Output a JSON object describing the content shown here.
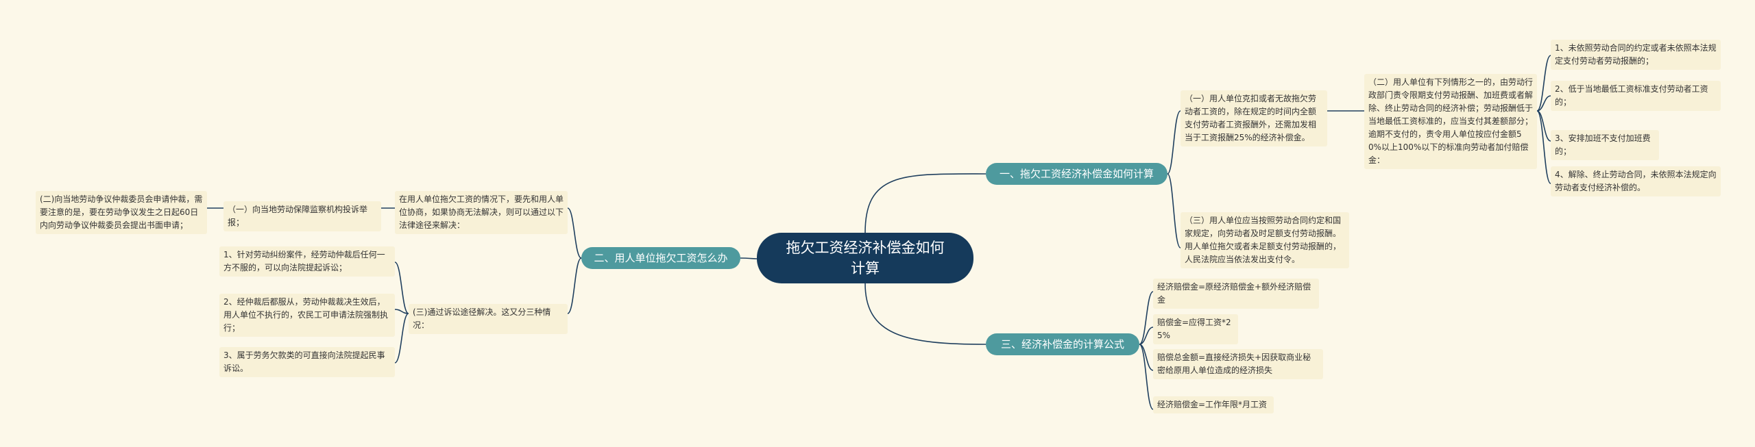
{
  "root": {
    "title": "拖欠工资经济补偿金如何计算"
  },
  "branch1": {
    "label": "一、拖欠工资经济补偿金如何计算",
    "item1": "（一）用人单位克扣或者无故拖欠劳动者工资的，除在规定的时间内全额支付劳动者工资报酬外，还需加发相当于工资报酬25%的经济补偿金。",
    "item1_child": "（二）用人单位有下列情形之一的，由劳动行政部门责令限期支付劳动报酬、加班费或者解除、终止劳动合同的经济补偿；劳动报酬低于当地最低工资标准的，应当支付其差额部分；逾期不支付的，责令用人单位按应付金额50%以上100%以下的标准向劳动者加付赔偿金：",
    "sub": [
      "1、未依照劳动合同的约定或者未依照本法规定支付劳动者劳动报酬的；",
      "2、低于当地最低工资标准支付劳动者工资的；",
      "3、安排加班不支付加班费的；",
      "4、解除、终止劳动合同，未依照本法规定向劳动者支付经济补偿的。"
    ],
    "item2": "（三）用人单位应当按照劳动合同约定和国家规定，向劳动者及时足额支付劳动报酬。用人单位拖欠或者未足额支付劳动报酬的，人民法院应当依法发出支付令。"
  },
  "branch2": {
    "label": "二、用人单位拖欠工资怎么办",
    "intro": "在用人单位拖欠工资的情况下，要先和用人单位协商，如果协商无法解决，则可以通过以下法律途径来解决：",
    "item1": "（一）向当地劳动保障监察机构投诉举报；",
    "item1_child": "(二)向当地劳动争议仲裁委员会申请仲裁，需要注意的是，要在劳动争议发生之日起60日内向劳动争议仲裁委员会提出书面申请；",
    "item3": "(三)通过诉讼途径解决。这又分三种情况：",
    "sub": [
      "1、针对劳动纠纷案件，经劳动仲裁后任何一方不服的，可以向法院提起诉讼；",
      "2、经仲裁后都服从，劳动仲裁裁决生效后，用人单位不执行的，农民工可申请法院强制执行；",
      "3、属于劳务欠款类的可直接向法院提起民事诉讼。"
    ]
  },
  "branch3": {
    "label": "三、经济补偿金的计算公式",
    "items": [
      "经济赔偿金=原经济赔偿金+额外经济赔偿金",
      "赔偿金=应得工资*25%",
      "赔偿总金额=直接经济损失+因获取商业秘密给原用人单位造成的经济损失",
      "经济赔偿金=工作年限*月工资"
    ]
  },
  "colors": {
    "background": "#fcf8e9",
    "root": "#153a5b",
    "branch": "#4e9a9e",
    "leaf": "#f8f1d7",
    "line": "#1f3f5e"
  }
}
